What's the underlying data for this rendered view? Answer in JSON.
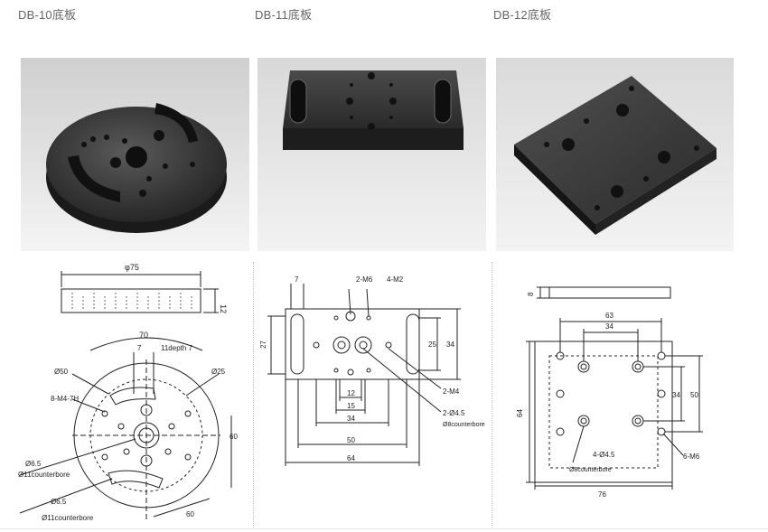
{
  "products": [
    {
      "title": "DB-10底板",
      "photo_icon": "round-base-plate-photo",
      "drawing": {
        "top_view_dim": "φ75",
        "thickness": "12",
        "labels": [
          "70",
          "7",
          "11depth 7",
          "Ø50",
          "Ø25",
          "8-M4-7H",
          "60",
          "Ø6.5",
          "Ø11counterbore",
          "Ø6.5",
          "Ø11counterbore",
          "60"
        ]
      }
    },
    {
      "title": "DB-11底板",
      "photo_icon": "rectangular-slotted-plate-photo",
      "drawing": {
        "labels": [
          "7",
          "2-M6",
          "4-M2",
          "27",
          "25",
          "34",
          "12",
          "15",
          "34",
          "50",
          "64",
          "2-M4",
          "2-Ø4.5",
          "Ø8counterbore"
        ]
      }
    },
    {
      "title": "DB-12底板",
      "photo_icon": "square-base-plate-photo",
      "drawing": {
        "labels": [
          "8",
          "63",
          "34",
          "64",
          "34",
          "50",
          "4-Ø4.5",
          "6-M6",
          "Ø8counterbore",
          "76"
        ]
      }
    }
  ],
  "colors": {
    "title": "#666666",
    "drawing": "#222222",
    "plate_dark": "#2b2b2b"
  }
}
